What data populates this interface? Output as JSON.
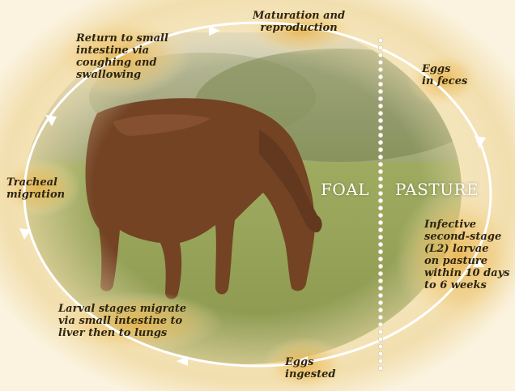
{
  "colors": {
    "cream": "#fbf3df",
    "gold": "#e6b54d",
    "sky": "#c8cdb8",
    "grass": "#8a9a4c",
    "horse": "#6e3f1f",
    "arrow": "#ffffff"
  },
  "diagram": {
    "regions": {
      "left": "FOAL",
      "right": "PASTURE"
    },
    "steps": [
      {
        "id": "maturation",
        "text": "Maturation and\nreproduction"
      },
      {
        "id": "eggs-feces",
        "text": "Eggs\nin feces"
      },
      {
        "id": "infective-larvae",
        "text": "Infective\nsecond-stage\n(L2) larvae\non pasture\nwithin 10 days\nto 6 weeks"
      },
      {
        "id": "eggs-ingested",
        "text": "Eggs\ningested"
      },
      {
        "id": "larval-migration",
        "text": "Larval stages migrate\nvia small intestine to\nliver then to lungs"
      },
      {
        "id": "tracheal",
        "text": "Tracheal\nmigration"
      },
      {
        "id": "return-intestine",
        "text": "Return to small\nintestine via\ncoughing and\nswallowing"
      }
    ]
  }
}
